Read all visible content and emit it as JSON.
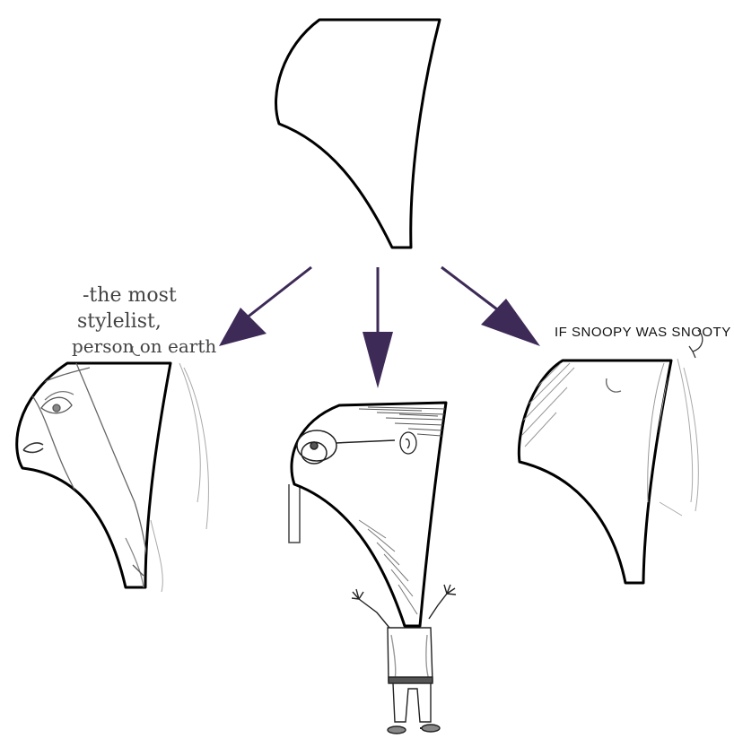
{
  "colors": {
    "arrow": "#3d2a57",
    "outline": "#000000",
    "pencil": "#777777",
    "background": "#ffffff"
  },
  "diagram": {
    "source_shape": "blank-abstract-shape",
    "arrows": [
      "left-arrow",
      "center-arrow",
      "right-arrow"
    ],
    "sketches": [
      {
        "name": "left-sketch",
        "annotation_lines": [
          "-the most",
          "stylelist,",
          "person on earth"
        ]
      },
      {
        "name": "center-sketch",
        "annotation_lines": []
      },
      {
        "name": "right-sketch",
        "annotation_lines": [
          "IF SNOOPY WAS SNOOTY"
        ]
      }
    ]
  }
}
